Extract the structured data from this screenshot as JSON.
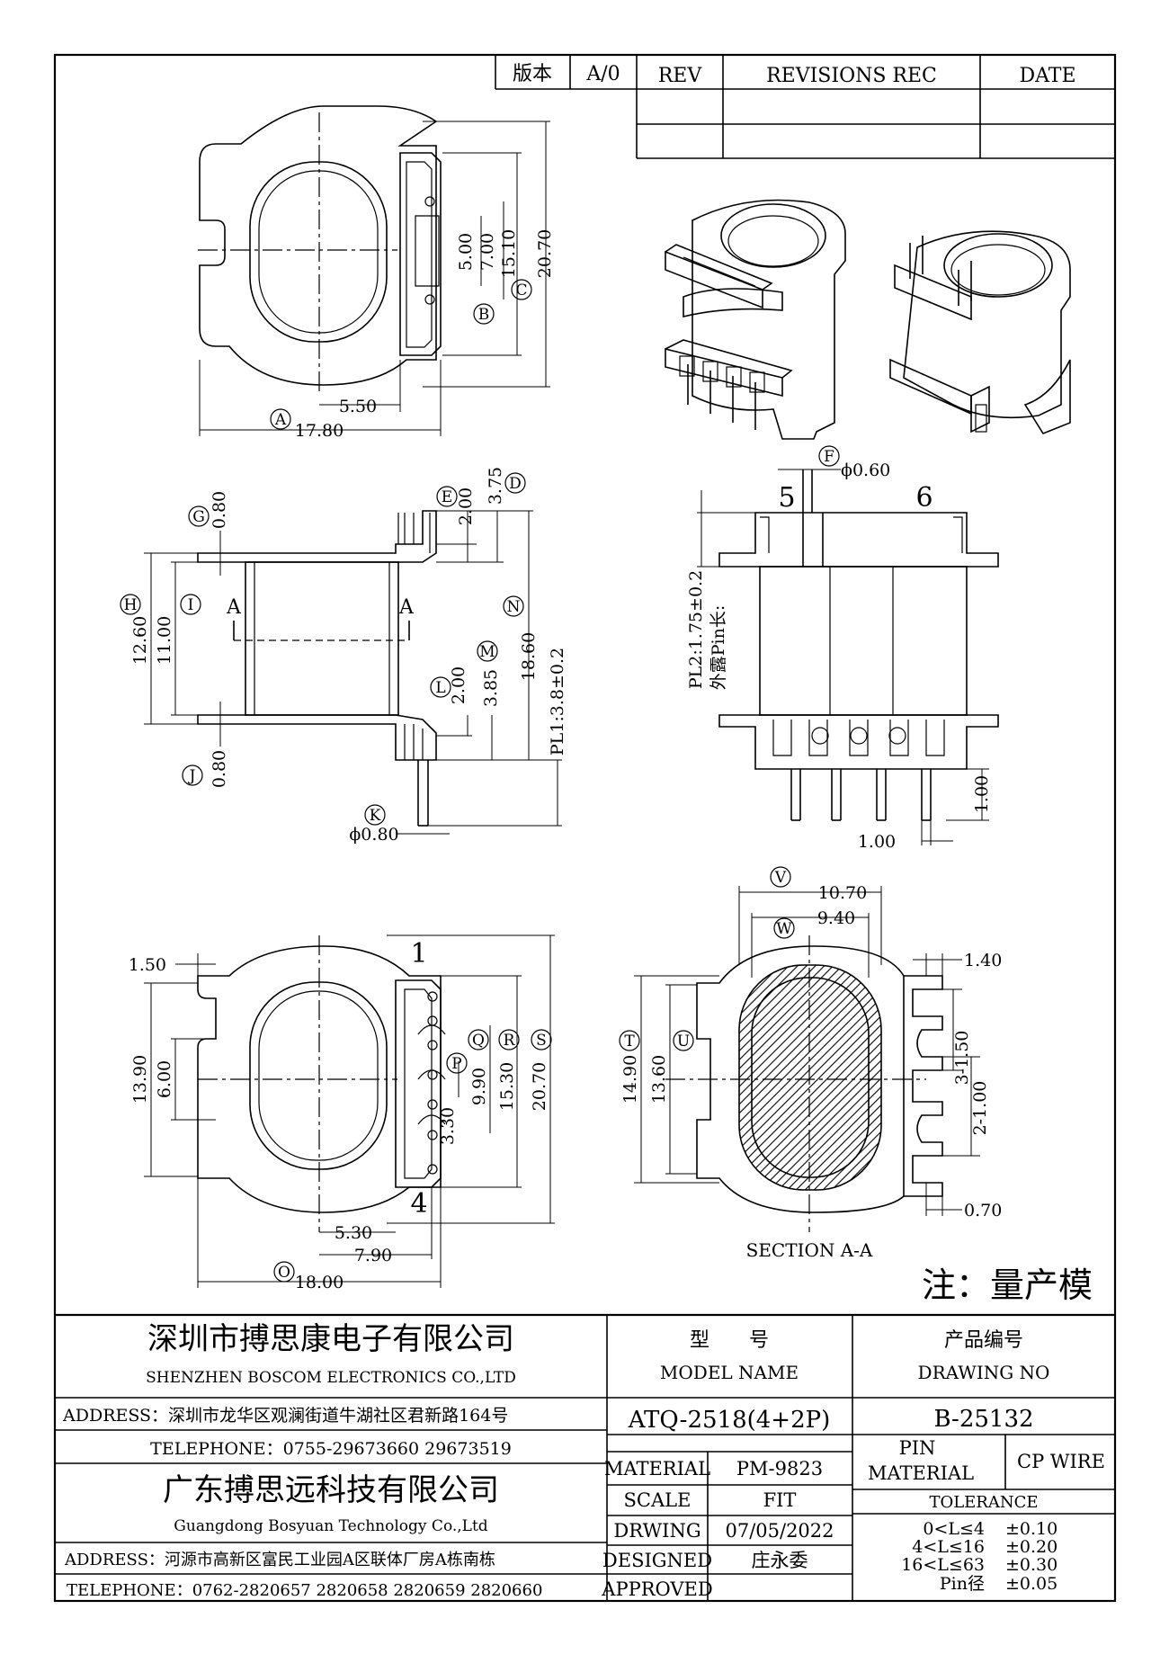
{
  "revision_table": {
    "version_label": "版本",
    "version_value": "A/0",
    "rev_header": "REV",
    "revisions_header": "REVISIONS REC",
    "date_header": "DATE"
  },
  "top_view": {
    "dim_width": "17.80",
    "dim_offset": "5.50",
    "dim_pin_inner": "5.00",
    "dim_pin_outer": "7.00",
    "dim_slot": "15.10",
    "dim_height": "20.70",
    "label_width": "A",
    "label_pin": "B",
    "label_slot": "C"
  },
  "side_view": {
    "dim_d": "3.75",
    "dim_e": "2.00",
    "dim_g": "0.80",
    "dim_h": "12.60",
    "dim_i": "11.00",
    "dim_n": "18.60",
    "dim_m": "3.85",
    "dim_l": "2.00",
    "dim_j": "0.80",
    "dim_pl1": "PL1:3.8±0.2",
    "dim_k": "ϕ0.80",
    "section_mark": "A",
    "labels": [
      "D",
      "E",
      "G",
      "H",
      "I",
      "N",
      "M",
      "L",
      "J",
      "K"
    ]
  },
  "front_view": {
    "dim_f": "ϕ0.60",
    "label_f": "F",
    "pin5": "5",
    "pin6": "6",
    "dim_pl2": "PL2:1.75±0.2",
    "note_pl2": "外露Pin长:",
    "dim_pitch": "1.00",
    "dim_pin_w": "1.00"
  },
  "bottom_view": {
    "dim_flange": "1.50",
    "dim_p_total": "13.90",
    "dim_notch": "6.00",
    "dim_p": "3.30",
    "dim_q": "9.90",
    "dim_r": "15.30",
    "dim_s": "20.70",
    "dim_offset": "5.30",
    "dim_pin_row": "7.90",
    "dim_o": "18.00",
    "pin1": "1",
    "pin4": "4",
    "labels": [
      "P",
      "Q",
      "R",
      "S",
      "O"
    ]
  },
  "section_view": {
    "title": "SECTION A-A",
    "dim_v": "10.70",
    "dim_w": "9.40",
    "dim_t": "14.90",
    "dim_u": "13.60",
    "dim_fin": "1.40",
    "dim_fin_pitch": "3-1.50",
    "dim_fin_gap": "2-1.00",
    "dim_fin_thk": "0.70",
    "labels": [
      "V",
      "W",
      "T",
      "U"
    ]
  },
  "note": "注：量产模",
  "title_block": {
    "company1": "深圳市搏思康电子有限公司",
    "company1_en": "SHENZHEN BOSCOM ELECTRONICS CO.,LTD",
    "address1": "ADDRESS：深圳市龙华区观澜街道牛湖社区君新路164号",
    "telephone1": "TELEPHONE：0755-29673660 29673519",
    "company2": "广东搏思远科技有限公司",
    "company2_en": "Guangdong Bosyuan Technology Co.,Ltd",
    "address2": "ADDRESS：河源市高新区富民工业园A区联体厂房A栋南栋",
    "telephone2": "TELEPHONE：0762-2820657 2820658 2820659 2820660",
    "model_cn": "型　　号",
    "model_en": "MODEL NAME",
    "model_value": "ATQ-2518(4+2P)",
    "drawing_no_cn": "产品编号",
    "drawing_no_en": "DRAWING NO",
    "drawing_no_value": "B-25132",
    "material_label": "MATERIAL",
    "material_value": "PM-9823",
    "scale_label": "SCALE",
    "scale_value": "FIT",
    "drawing_label": "DRWING",
    "drawing_date": "07/05/2022",
    "designed_label": "DESIGNED",
    "designed_value": "庄永委",
    "approved_label": "APPROVED",
    "approved_value": "",
    "pin_label": "PIN",
    "pin_material_label": "MATERIAL",
    "pin_material_value": "CP WIRE",
    "tolerance_label": "TOLERANCE",
    "tolerance": [
      {
        "range": "0<L≤4",
        "value": "±0.10"
      },
      {
        "range": "4<L≤16",
        "value": "±0.20"
      },
      {
        "range": "16<L≤63",
        "value": "±0.30"
      },
      {
        "range": "Pin径",
        "value": "±0.05"
      }
    ]
  }
}
